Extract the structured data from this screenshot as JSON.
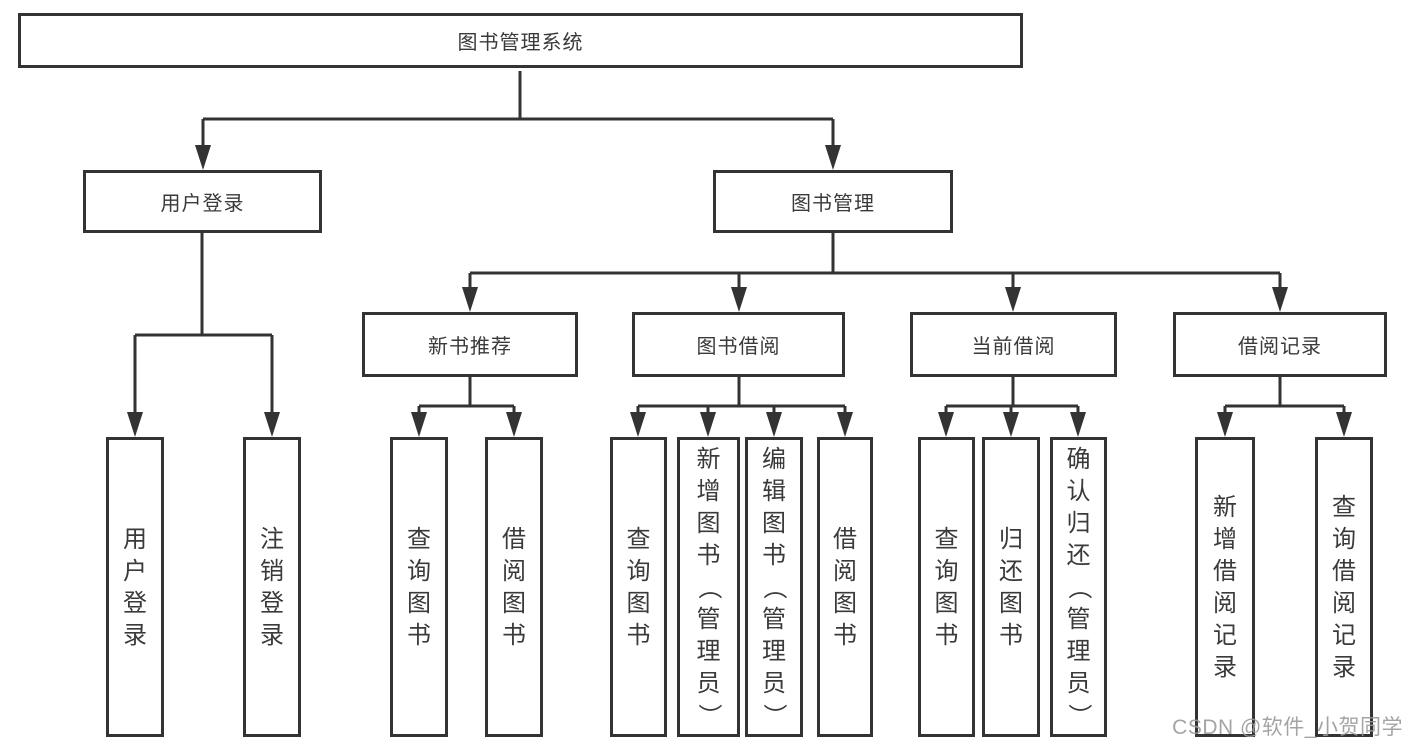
{
  "colors": {
    "line": "#333333",
    "text": "#3a3a3a",
    "background": "#ffffff",
    "watermark": "#9b9b9b"
  },
  "watermark": "CSDN @软件_小贺同学",
  "tree": {
    "label": "图书管理系统",
    "children": [
      {
        "label": "用户登录",
        "children": [
          {
            "label": "用户登录"
          },
          {
            "label": "注销登录"
          }
        ]
      },
      {
        "label": "图书管理",
        "children": [
          {
            "label": "新书推荐",
            "children": [
              {
                "label": "查询图书"
              },
              {
                "label": "借阅图书"
              }
            ]
          },
          {
            "label": "图书借阅",
            "children": [
              {
                "label": "查询图书"
              },
              {
                "label": "新增图书（管理员）"
              },
              {
                "label": "编辑图书（管理员）"
              },
              {
                "label": "借阅图书"
              }
            ]
          },
          {
            "label": "当前借阅",
            "children": [
              {
                "label": "查询图书"
              },
              {
                "label": "归还图书"
              },
              {
                "label": "确认归还（管理员）"
              }
            ]
          },
          {
            "label": "借阅记录",
            "children": [
              {
                "label": "新增借阅记录"
              },
              {
                "label": "查询借阅记录"
              }
            ]
          }
        ]
      }
    ]
  }
}
